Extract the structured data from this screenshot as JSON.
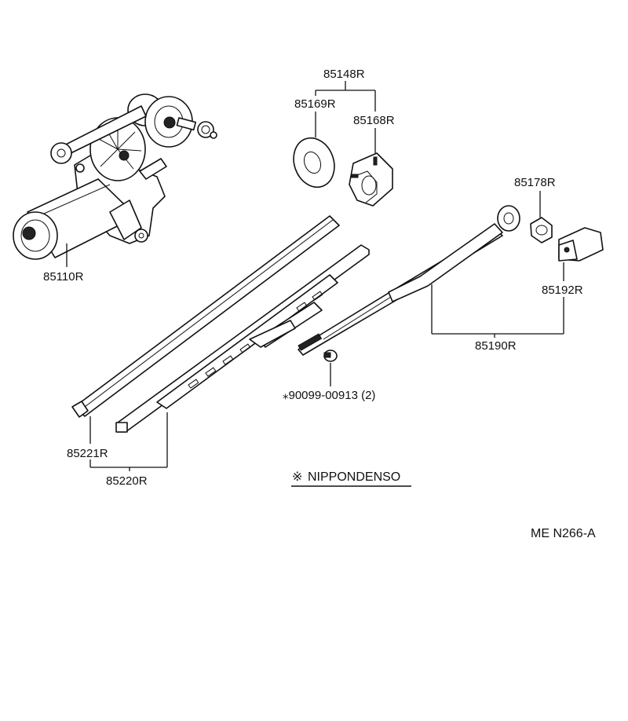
{
  "labels": {
    "motor": "85110R",
    "washer_set": "85148R",
    "washer": "85169R",
    "bushing": "85168R",
    "nut": "85178R",
    "cap": "85192R",
    "arm": "85190R",
    "screw": "⁎90099-00913 (2)",
    "refill": "85221R",
    "blade": "85220R"
  },
  "legend": {
    "mark": "※",
    "text": "NIPPONDENSO"
  },
  "figure_code": "ME N266-A"
}
